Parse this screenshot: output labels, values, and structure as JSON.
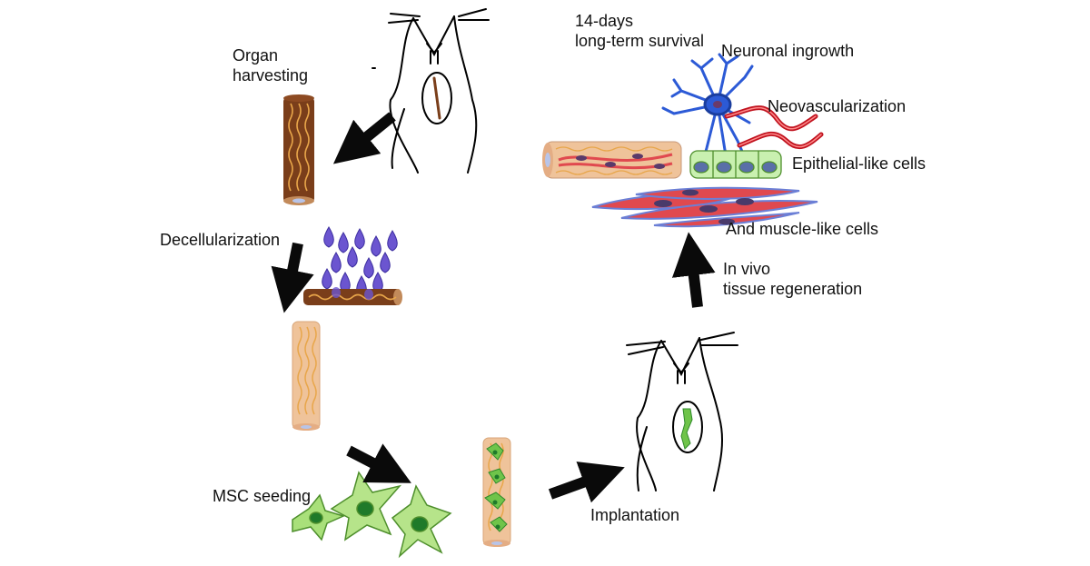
{
  "labels": {
    "organ_harvesting": "Organ\nharvesting",
    "decellularization": "Decellularization",
    "msc_seeding": "MSC seeding",
    "implantation": "Implantation",
    "in_vivo": "In vivo\ntissue regeneration",
    "survival": "14-days\nlong-term survival",
    "neuronal_ingrowth": "Neuronal ingrowth",
    "neovascularization": "Neovascularization",
    "epithelial_cells": "Epithelial-like cells",
    "muscle_cells": "And muscle-like cells"
  },
  "colors": {
    "native_tissue": "#7a3e1a",
    "scaffold": "#efc39a",
    "fiber": "#e8a64a",
    "msc": "#a9e07a",
    "msc_nucleus": "#1f7a2a",
    "detergent": "#7b66d6",
    "arrow": "#0a0a0a",
    "neuron": "#2c5ad6",
    "vessel": "#c0121e",
    "epithelial": "#c9f0b0",
    "muscle": "#e0494f",
    "muscle_outline": "#6b7fd6"
  }
}
